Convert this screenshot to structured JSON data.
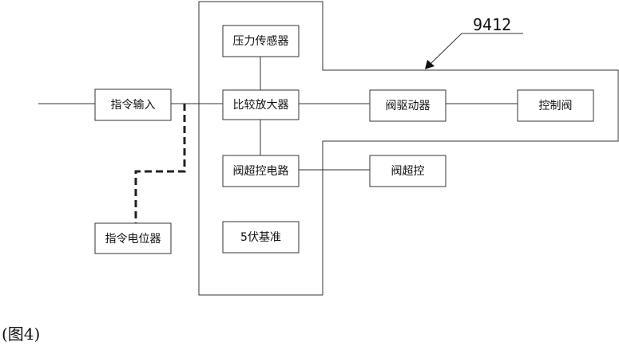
{
  "diagram": {
    "reference_number": "9412",
    "caption": "(图4)",
    "blocks": {
      "command_input": "指令输入",
      "command_potentiometer": "指令电位器",
      "pressure_sensor": "压力传感器",
      "comparator_amplifier": "比较放大器",
      "valve_overcontrol_circuit": "阀超控电路",
      "reference_5v": "5伏基准",
      "valve_driver": "阀驱动器",
      "control_valve": "控制阀",
      "valve_overcontrol": "阀超控"
    }
  }
}
